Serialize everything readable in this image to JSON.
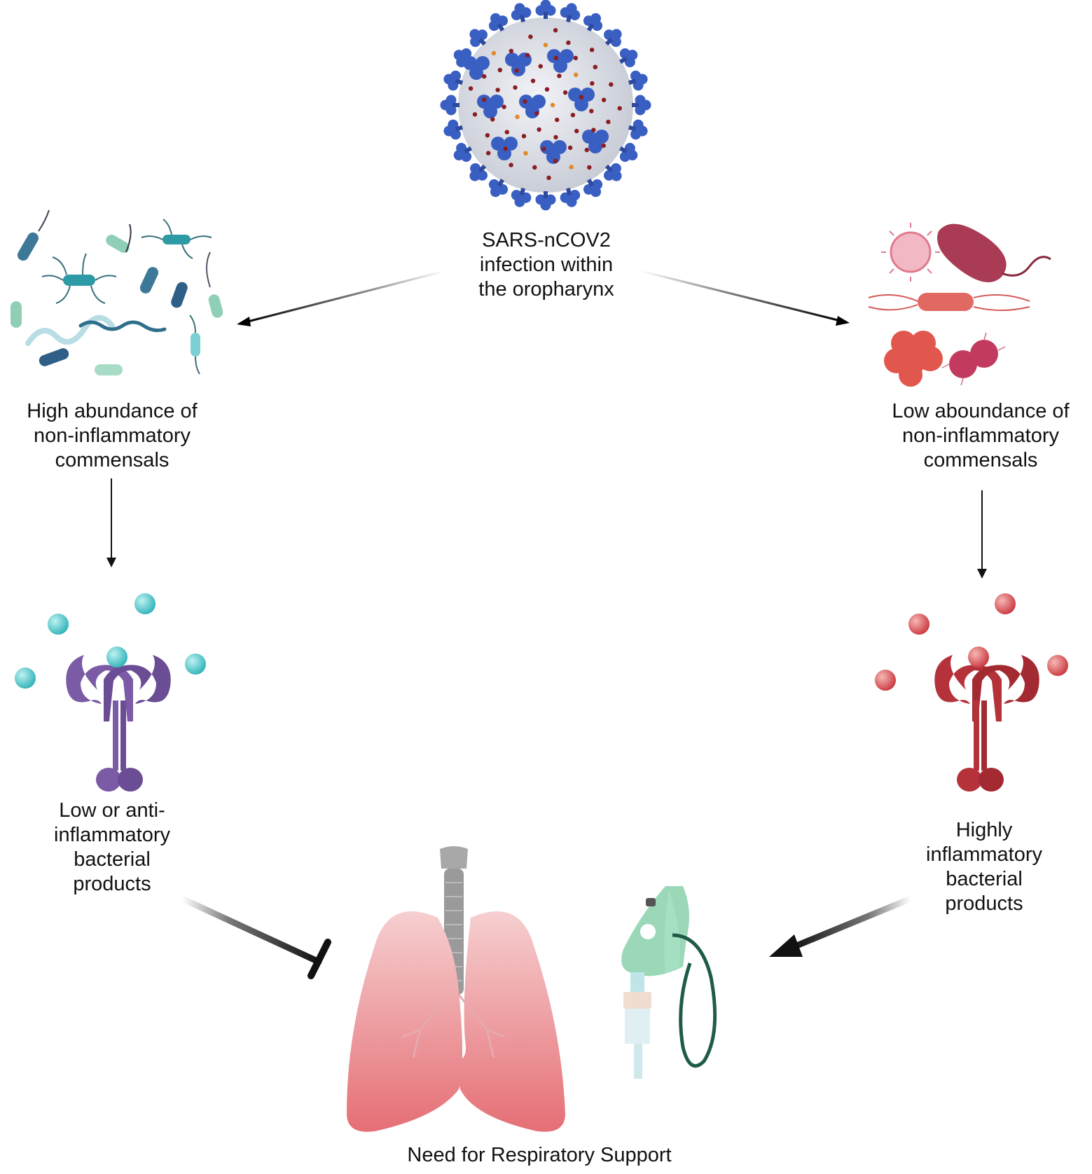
{
  "center_top": {
    "lines": [
      "SARS-nCOV2",
      "infection within",
      "the oropharynx"
    ]
  },
  "left_commensals": {
    "lines": [
      "High abundance of",
      "non-inflammatory",
      "commensals"
    ]
  },
  "right_commensals": {
    "lines": [
      "Low aboundance of",
      "non-inflammatory",
      "commensals"
    ]
  },
  "left_products": {
    "lines": [
      "Low or anti-",
      "inflammatory",
      "bacterial",
      "products"
    ]
  },
  "right_products": {
    "lines": [
      "Highly",
      "inflammatory",
      "bacterial",
      "products"
    ]
  },
  "bottom": {
    "label": "Need for Respiratory Support"
  },
  "icons": [
    "sars-cov-2-virus-icon",
    "commensal-bacteria-icon",
    "pathogenic-bacteria-icon",
    "receptor-icon",
    "lungs-icon",
    "oxygen-mask-icon"
  ],
  "colors": {
    "virus_blue": "#3a5fc2",
    "virus_body": "#d8dce4",
    "commensal_teal": "#3aa8b0",
    "pathogen_red": "#c0475f",
    "receptor_purple": "#7b5aa6",
    "receptor_red": "#b5323a",
    "ligand_teal": "#3cc4c8",
    "ligand_red": "#d0454a",
    "lung_pink": "#e87a80",
    "mask_green": "#8fd4b0"
  }
}
